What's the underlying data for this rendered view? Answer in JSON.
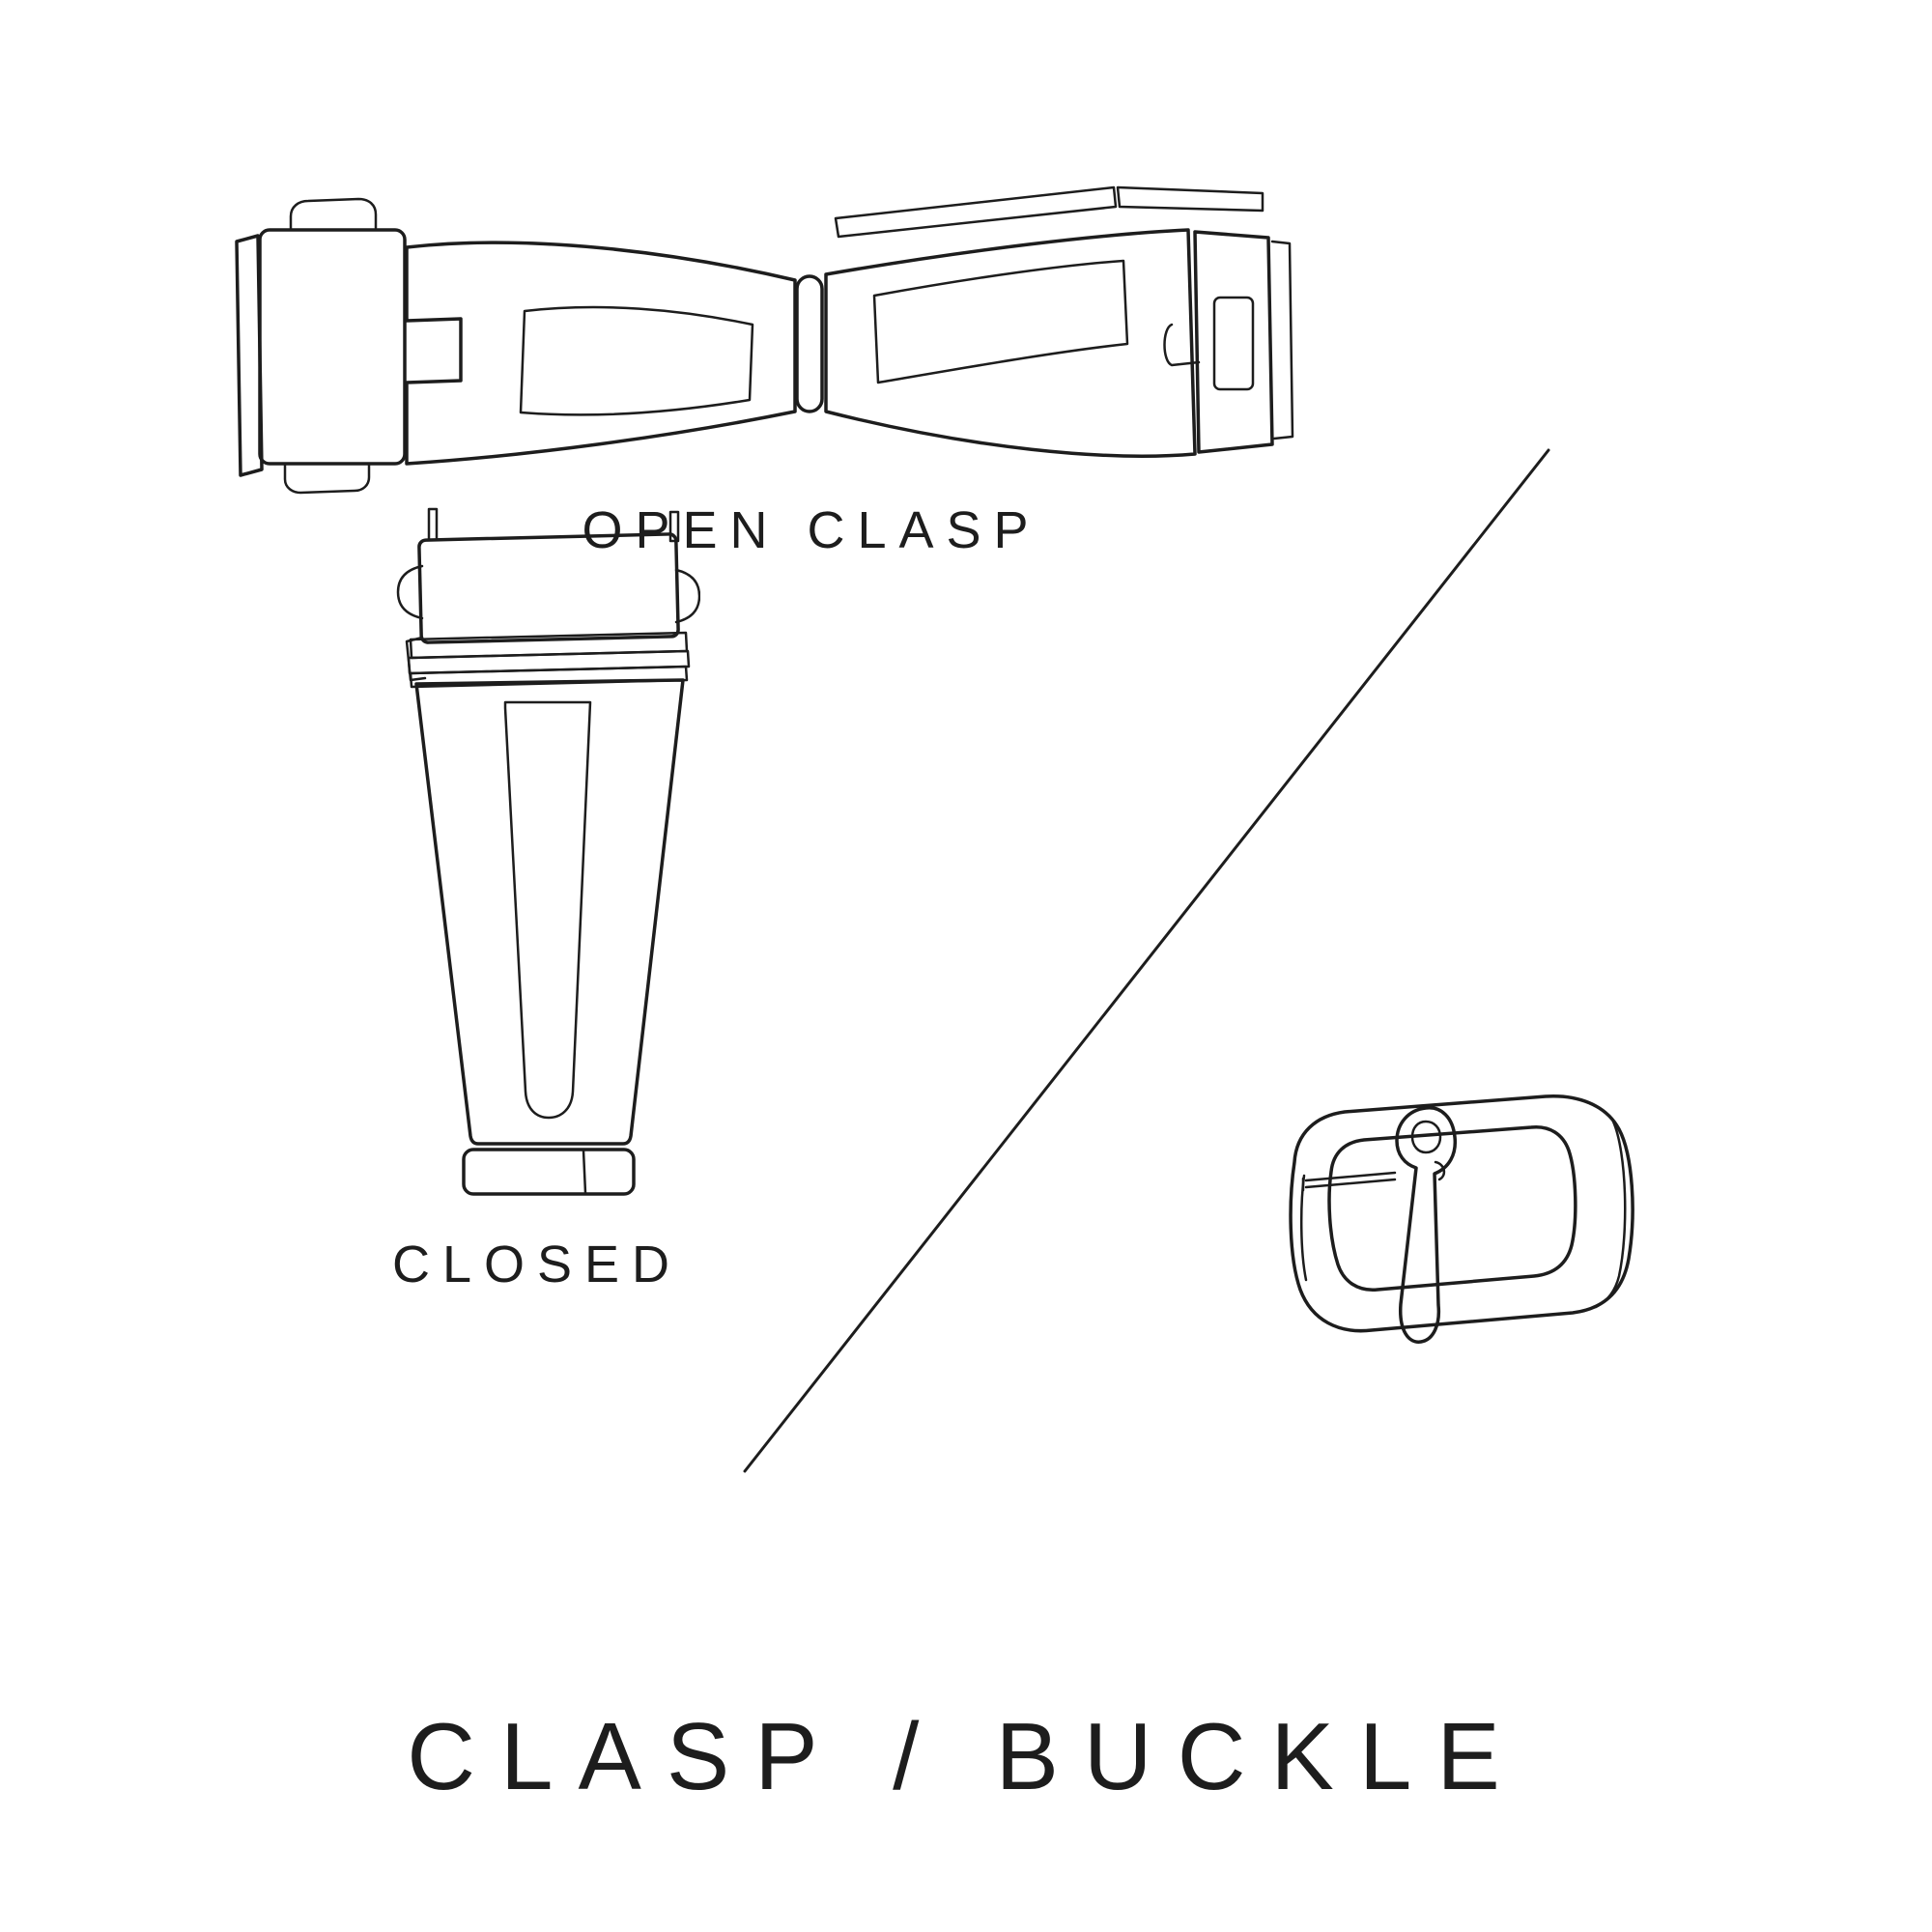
{
  "page": {
    "background": "#ffffff",
    "line_color": "#1d1d1d",
    "description": "Watch strap hardware diagram"
  },
  "labels": {
    "open_clasp": "OPEN CLASP",
    "closed": "CLOSED"
  },
  "title": "CLASP / BUCKLE",
  "illustrations": [
    {
      "name": "open-clasp-illustration",
      "caption": "OPEN CLASP"
    },
    {
      "name": "closed-clasp-illustration",
      "caption": "CLOSED"
    },
    {
      "name": "buckle-illustration",
      "caption": ""
    }
  ],
  "divider": {
    "orientation": "diagonal"
  }
}
